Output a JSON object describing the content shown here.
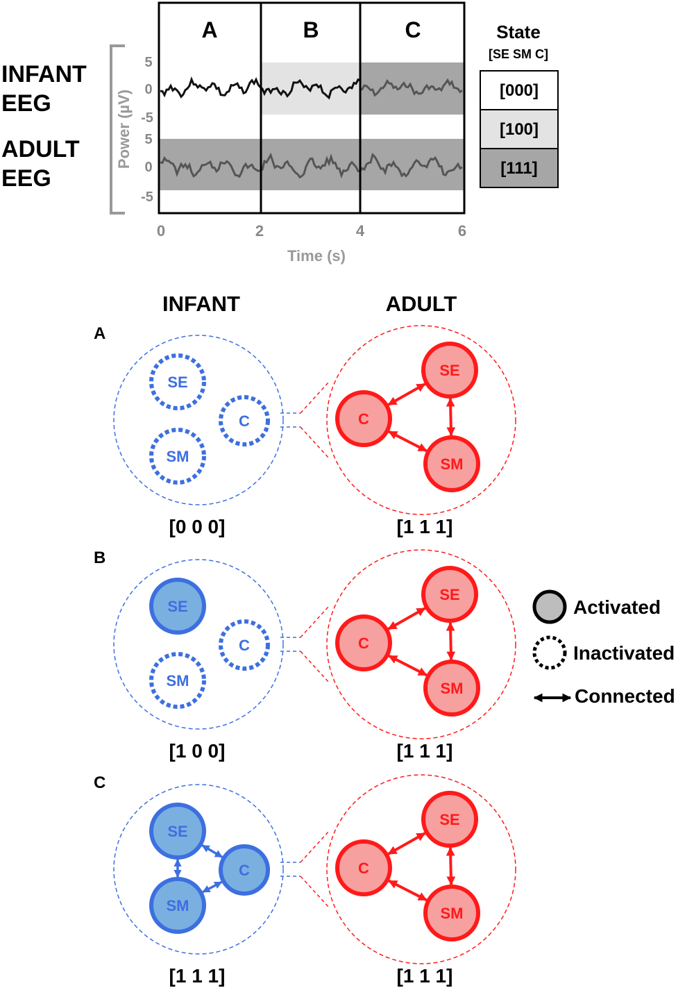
{
  "eeg_panel": {
    "epoch_labels": [
      "A",
      "B",
      "C"
    ],
    "row_labels": {
      "infant": [
        "INFANT",
        "EEG"
      ],
      "adult": [
        "ADULT",
        "EEG"
      ]
    },
    "y_axis_label": "Power (µV)",
    "y_ticks": [
      "5",
      "0",
      "-5"
    ],
    "x_axis_label": "Time (s)",
    "x_ticks": [
      "0",
      "2",
      "4",
      "6"
    ],
    "state_legend": {
      "title": "State",
      "subtitle": "[SE SM C]",
      "items": [
        {
          "code": "[000]",
          "color": "#ffffff"
        },
        {
          "code": "[100]",
          "color": "#e3e3e3"
        },
        {
          "code": "[111]",
          "color": "#a6a6a6"
        }
      ]
    }
  },
  "network_panel": {
    "column_headers": {
      "infant": "INFANT",
      "adult": "ADULT"
    },
    "node_labels": {
      "se": "SE",
      "sm": "SM",
      "c": "C"
    },
    "rows": [
      {
        "label": "A",
        "infant_state": "[0 0 0]",
        "adult_state": "[1 1 1]",
        "infant_active": [
          false,
          false,
          false
        ],
        "infant_connected": false
      },
      {
        "label": "B",
        "infant_state": "[1 0 0]",
        "adult_state": "[1 1 1]",
        "infant_active": [
          true,
          false,
          false
        ],
        "infant_connected": false
      },
      {
        "label": "C",
        "infant_state": "[1 1 1]",
        "adult_state": "[1 1 1]",
        "infant_active": [
          true,
          true,
          true
        ],
        "infant_connected": true
      }
    ],
    "legend": {
      "activated": "Activated",
      "inactivated": "Inactivated",
      "connected": "Connected"
    },
    "colors": {
      "infant_stroke": "#3d6fe0",
      "infant_fill": "#7ab0e0",
      "adult_stroke": "#ff1a1a",
      "adult_fill": "#f7a0a0"
    }
  }
}
